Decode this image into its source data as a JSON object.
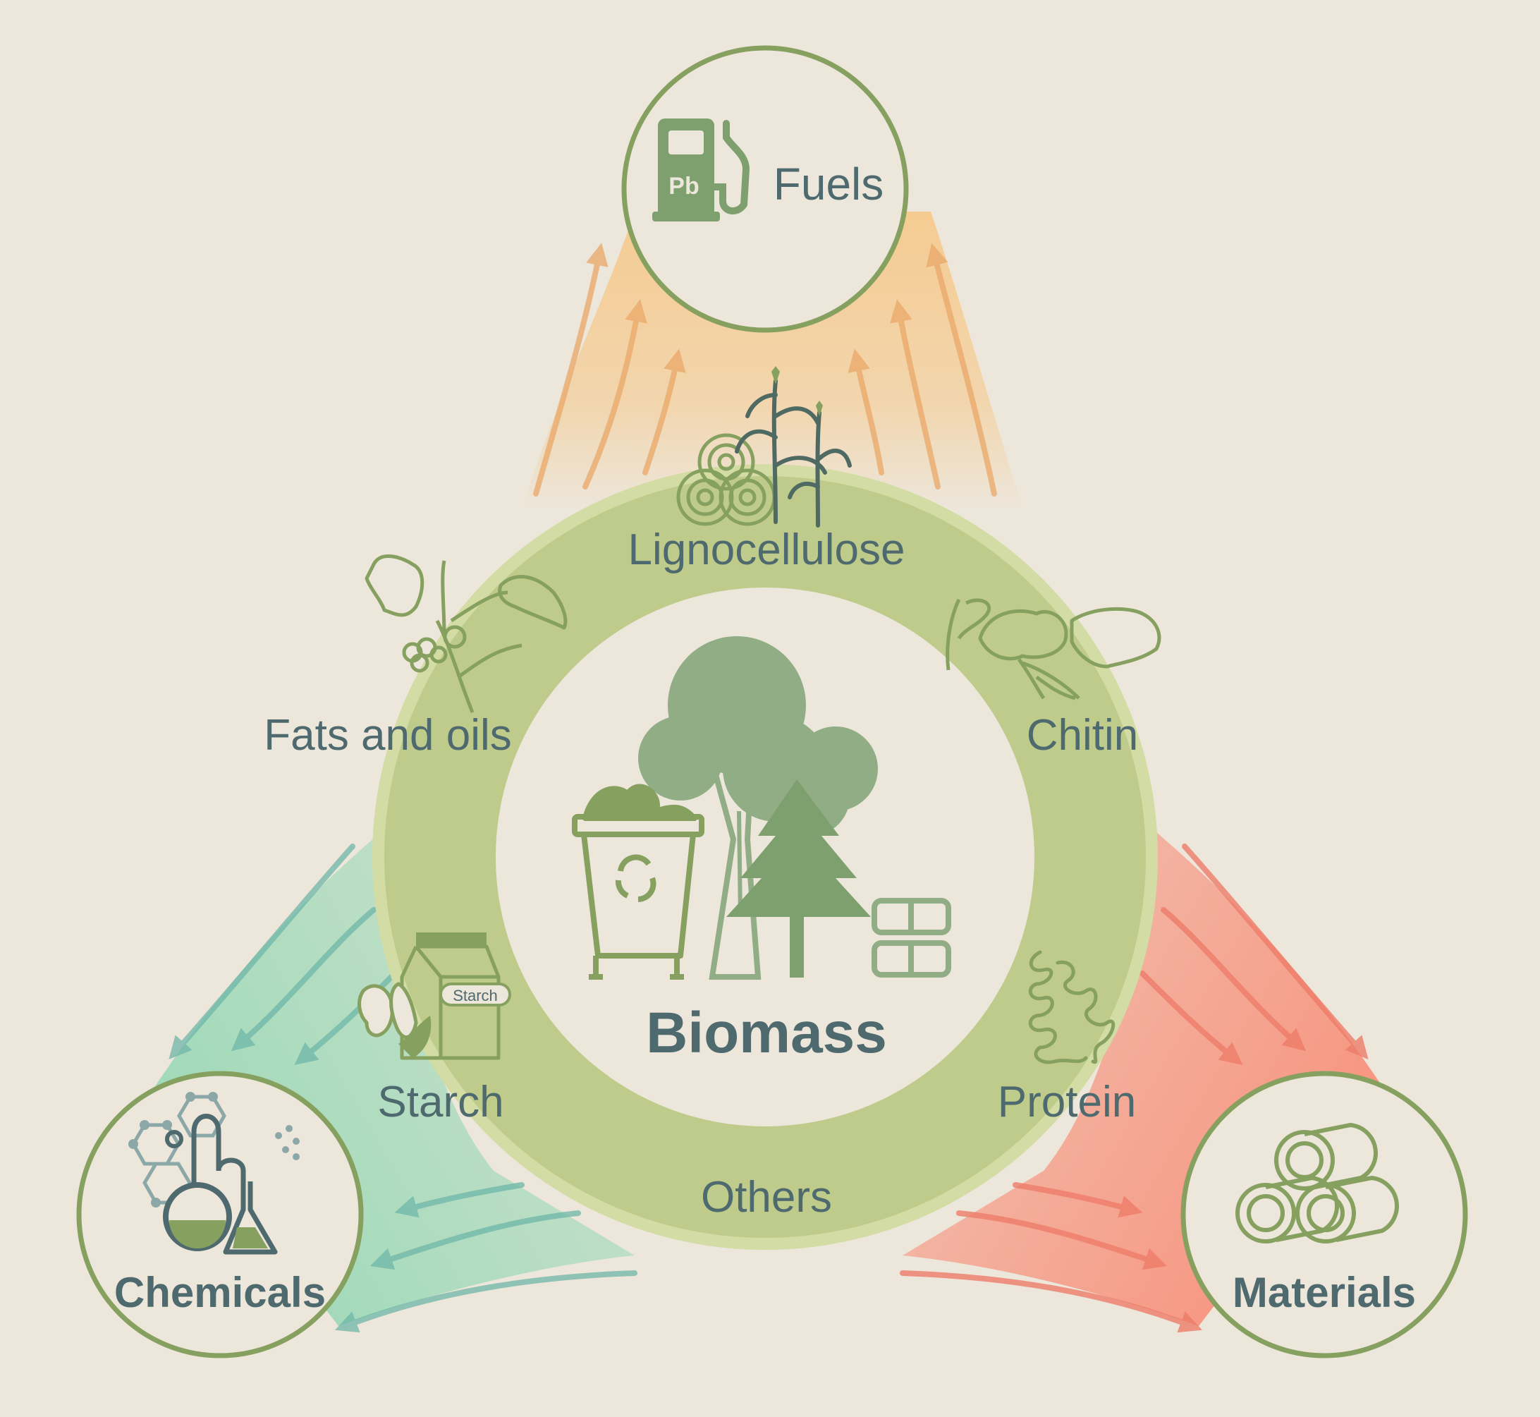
{
  "diagram": {
    "center": {
      "title": "Biomass"
    },
    "sources": [
      {
        "id": "lignocellulose",
        "label": "Lignocellulose",
        "icon": "corn-and-hay-bales-icon"
      },
      {
        "id": "fats",
        "label": "Fats and oils",
        "icon": "oil-plant-icon"
      },
      {
        "id": "chitin",
        "label": "Chitin",
        "icon": "crustacean-shells-icon"
      },
      {
        "id": "starch",
        "label": "Starch",
        "icon": "starch-bag-icon",
        "badge": "Starch"
      },
      {
        "id": "protein",
        "label": "Protein",
        "icon": "protein-coil-icon"
      },
      {
        "id": "others",
        "label": "Others",
        "icon": ""
      }
    ],
    "outputs": [
      {
        "id": "fuels",
        "label": "Fuels",
        "icon": "fuel-pump-icon",
        "pump_text": "Pb"
      },
      {
        "id": "chemicals",
        "label": "Chemicals",
        "icon": "flask-molecule-icon"
      },
      {
        "id": "materials",
        "label": "Materials",
        "icon": "tubes-icon"
      }
    ],
    "colors": {
      "background": "#ede6da",
      "ring": "#bfcb8a",
      "ring_edge": "#d3dca4",
      "outline_green": "#86a060",
      "text": "#4e6a6f",
      "fuels_flow": "#f6c889",
      "chemicals_flow": "#96d8b5",
      "materials_flow": "#f7907a"
    }
  }
}
